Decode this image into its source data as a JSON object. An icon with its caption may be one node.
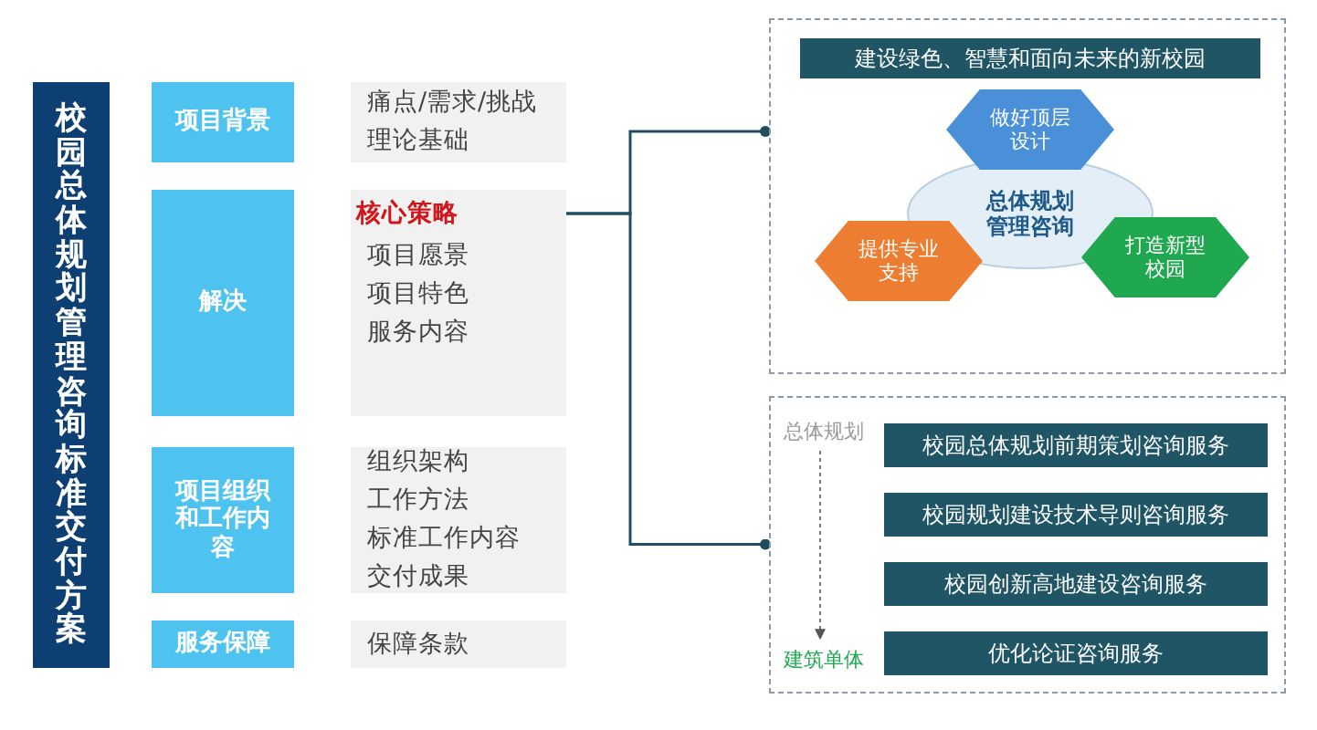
{
  "diagram": {
    "nodes": [
      {
        "text": [
          "校园总体规划管理咨询标准交付方案"
        ]
      },
      {
        "text": [
          "项目背景"
        ]
      },
      {
        "text": [
          "痛点/需求/挑战",
          "理论基础"
        ]
      },
      {
        "text": [
          "解决"
        ]
      },
      {
        "text": [
          "项目愿景",
          "项目特色",
          "服务内容"
        ]
      },
      {
        "text": [
          "核心策略"
        ],
        "in": 4
      },
      {
        "text": [
          "项目组织和工作内容"
        ]
      },
      {
        "text": [
          "组织架构",
          "工作方法",
          "标准工作内容",
          "交付成果"
        ]
      },
      {
        "text": [
          "服务保障"
        ]
      },
      {
        "text": [
          "保障条款"
        ]
      },
      {
        "text": [],
        "shape": "box"
      },
      {
        "text": [
          "建设绿色、智慧和面向未来的新校园"
        ],
        "in": 10
      },
      {
        "text": [
          "总体规划管理咨询"
        ],
        "in": 10
      },
      {
        "text": [
          "做好顶层设计"
        ],
        "in": 10
      },
      {
        "text": [
          "提供专业支持"
        ],
        "in": 10
      },
      {
        "text": [
          "打造新型校园"
        ],
        "in": 10
      },
      {
        "text": [],
        "shape": "box"
      },
      {
        "text": [
          "总体规划"
        ],
        "in": 16
      },
      {
        "text": [
          "建筑单体"
        ],
        "in": 16
      },
      {
        "text": [
          "校园总体规划前期策划咨询服务"
        ],
        "in": 16
      },
      {
        "text": [
          "校园规划建设技术导则咨询服务"
        ],
        "in": 16
      },
      {
        "text": [
          "校园创新高地建设咨询服务"
        ],
        "in": 16
      },
      {
        "text": [
          "优化论证咨询服务"
        ],
        "in": 16
      }
    ],
    "edges": [
      {
        "from": 5,
        "to": 10,
        "arrow": "other"
      },
      {
        "from": 5,
        "to": 16,
        "arrow": "other"
      },
      {
        "from": 17,
        "to": 18,
        "arrow": "to",
        "style": "dashed"
      }
    ]
  }
}
